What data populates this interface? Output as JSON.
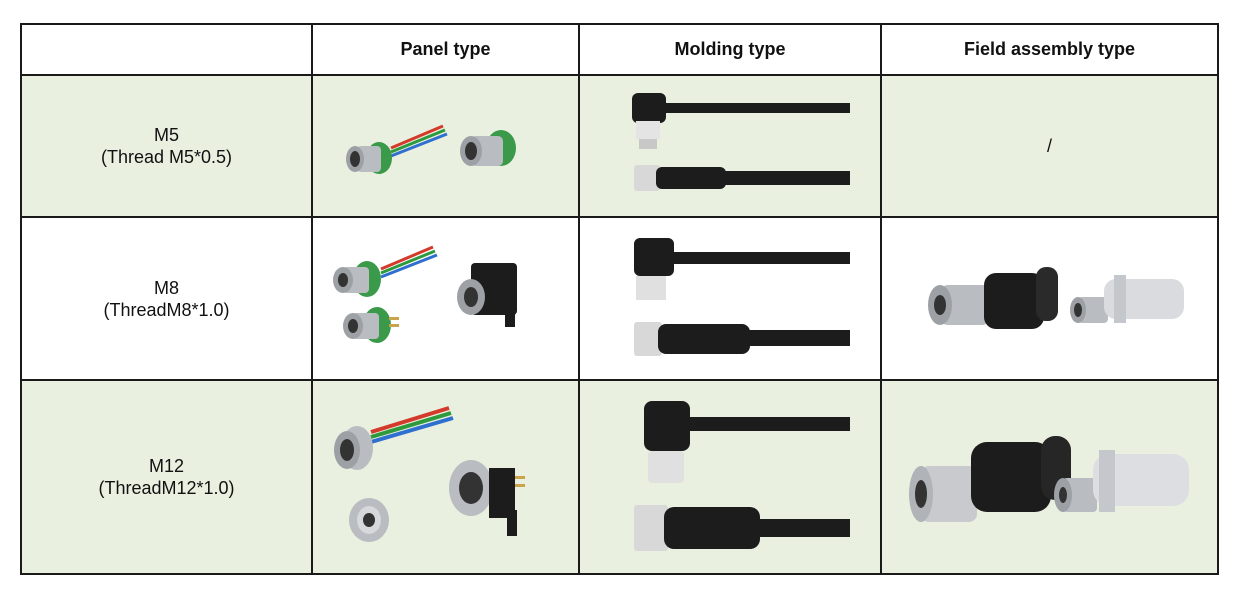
{
  "header": {
    "col0": "",
    "col1": "Panel type",
    "col2": "Molding type",
    "col3": "Field assembly type"
  },
  "rows": [
    {
      "size": "M5",
      "thread": "(Thread M5*0.5)",
      "field": "/"
    },
    {
      "size": "M8",
      "thread": "(ThreadM8*1.0)",
      "field": ""
    },
    {
      "size": "M12",
      "thread": "(ThreadM12*1.0)",
      "field": ""
    }
  ],
  "colors": {
    "shaded_row": "#eaf0e0",
    "border": "#1a1a1a",
    "connector_black": "#1c1c1c",
    "metal": "#b9bcc0",
    "seal_green": "#3a9a4a",
    "wire_red": "#d33a2c",
    "wire_green": "#2e9a3e",
    "wire_blue": "#2f6fd0"
  },
  "icons": [
    "panel-connector-icon",
    "molded-cable-icon",
    "field-connector-icon"
  ]
}
